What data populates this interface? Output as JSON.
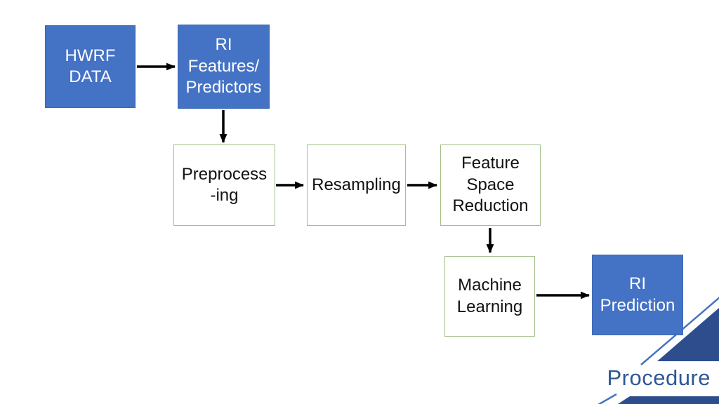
{
  "slide": {
    "title": "Procedure",
    "colors": {
      "node_fill_blue": "#4472c4",
      "node_text_on_blue": "#ffffff",
      "node_border_green": "#a4c08a",
      "node_text_on_white": "#121212",
      "arrow_color": "#000000",
      "corner_accent_dark": "#2d4d8d",
      "corner_accent_line": "#4472c4",
      "title_color": "#2e5796"
    },
    "nodes": [
      {
        "id": "hwrf-data",
        "label": "HWRF\nDATA",
        "style": "blue"
      },
      {
        "id": "ri-features-predictors",
        "label": "RI\nFeatures/\nPredictors",
        "style": "blue"
      },
      {
        "id": "preprocessing",
        "label": "Preprocess\n-ing",
        "style": "green"
      },
      {
        "id": "resampling",
        "label": "Resampling",
        "style": "green"
      },
      {
        "id": "feature-space-reduction",
        "label": "Feature\nSpace\nReduction",
        "style": "green"
      },
      {
        "id": "machine-learning",
        "label": "Machine\nLearning",
        "style": "green"
      },
      {
        "id": "ri-prediction",
        "label": "RI\nPrediction",
        "style": "blue"
      }
    ],
    "edges": [
      {
        "from": "hwrf-data",
        "to": "ri-features-predictors"
      },
      {
        "from": "ri-features-predictors",
        "to": "preprocessing"
      },
      {
        "from": "preprocessing",
        "to": "resampling"
      },
      {
        "from": "resampling",
        "to": "feature-space-reduction"
      },
      {
        "from": "feature-space-reduction",
        "to": "machine-learning"
      },
      {
        "from": "machine-learning",
        "to": "ri-prediction"
      }
    ]
  }
}
